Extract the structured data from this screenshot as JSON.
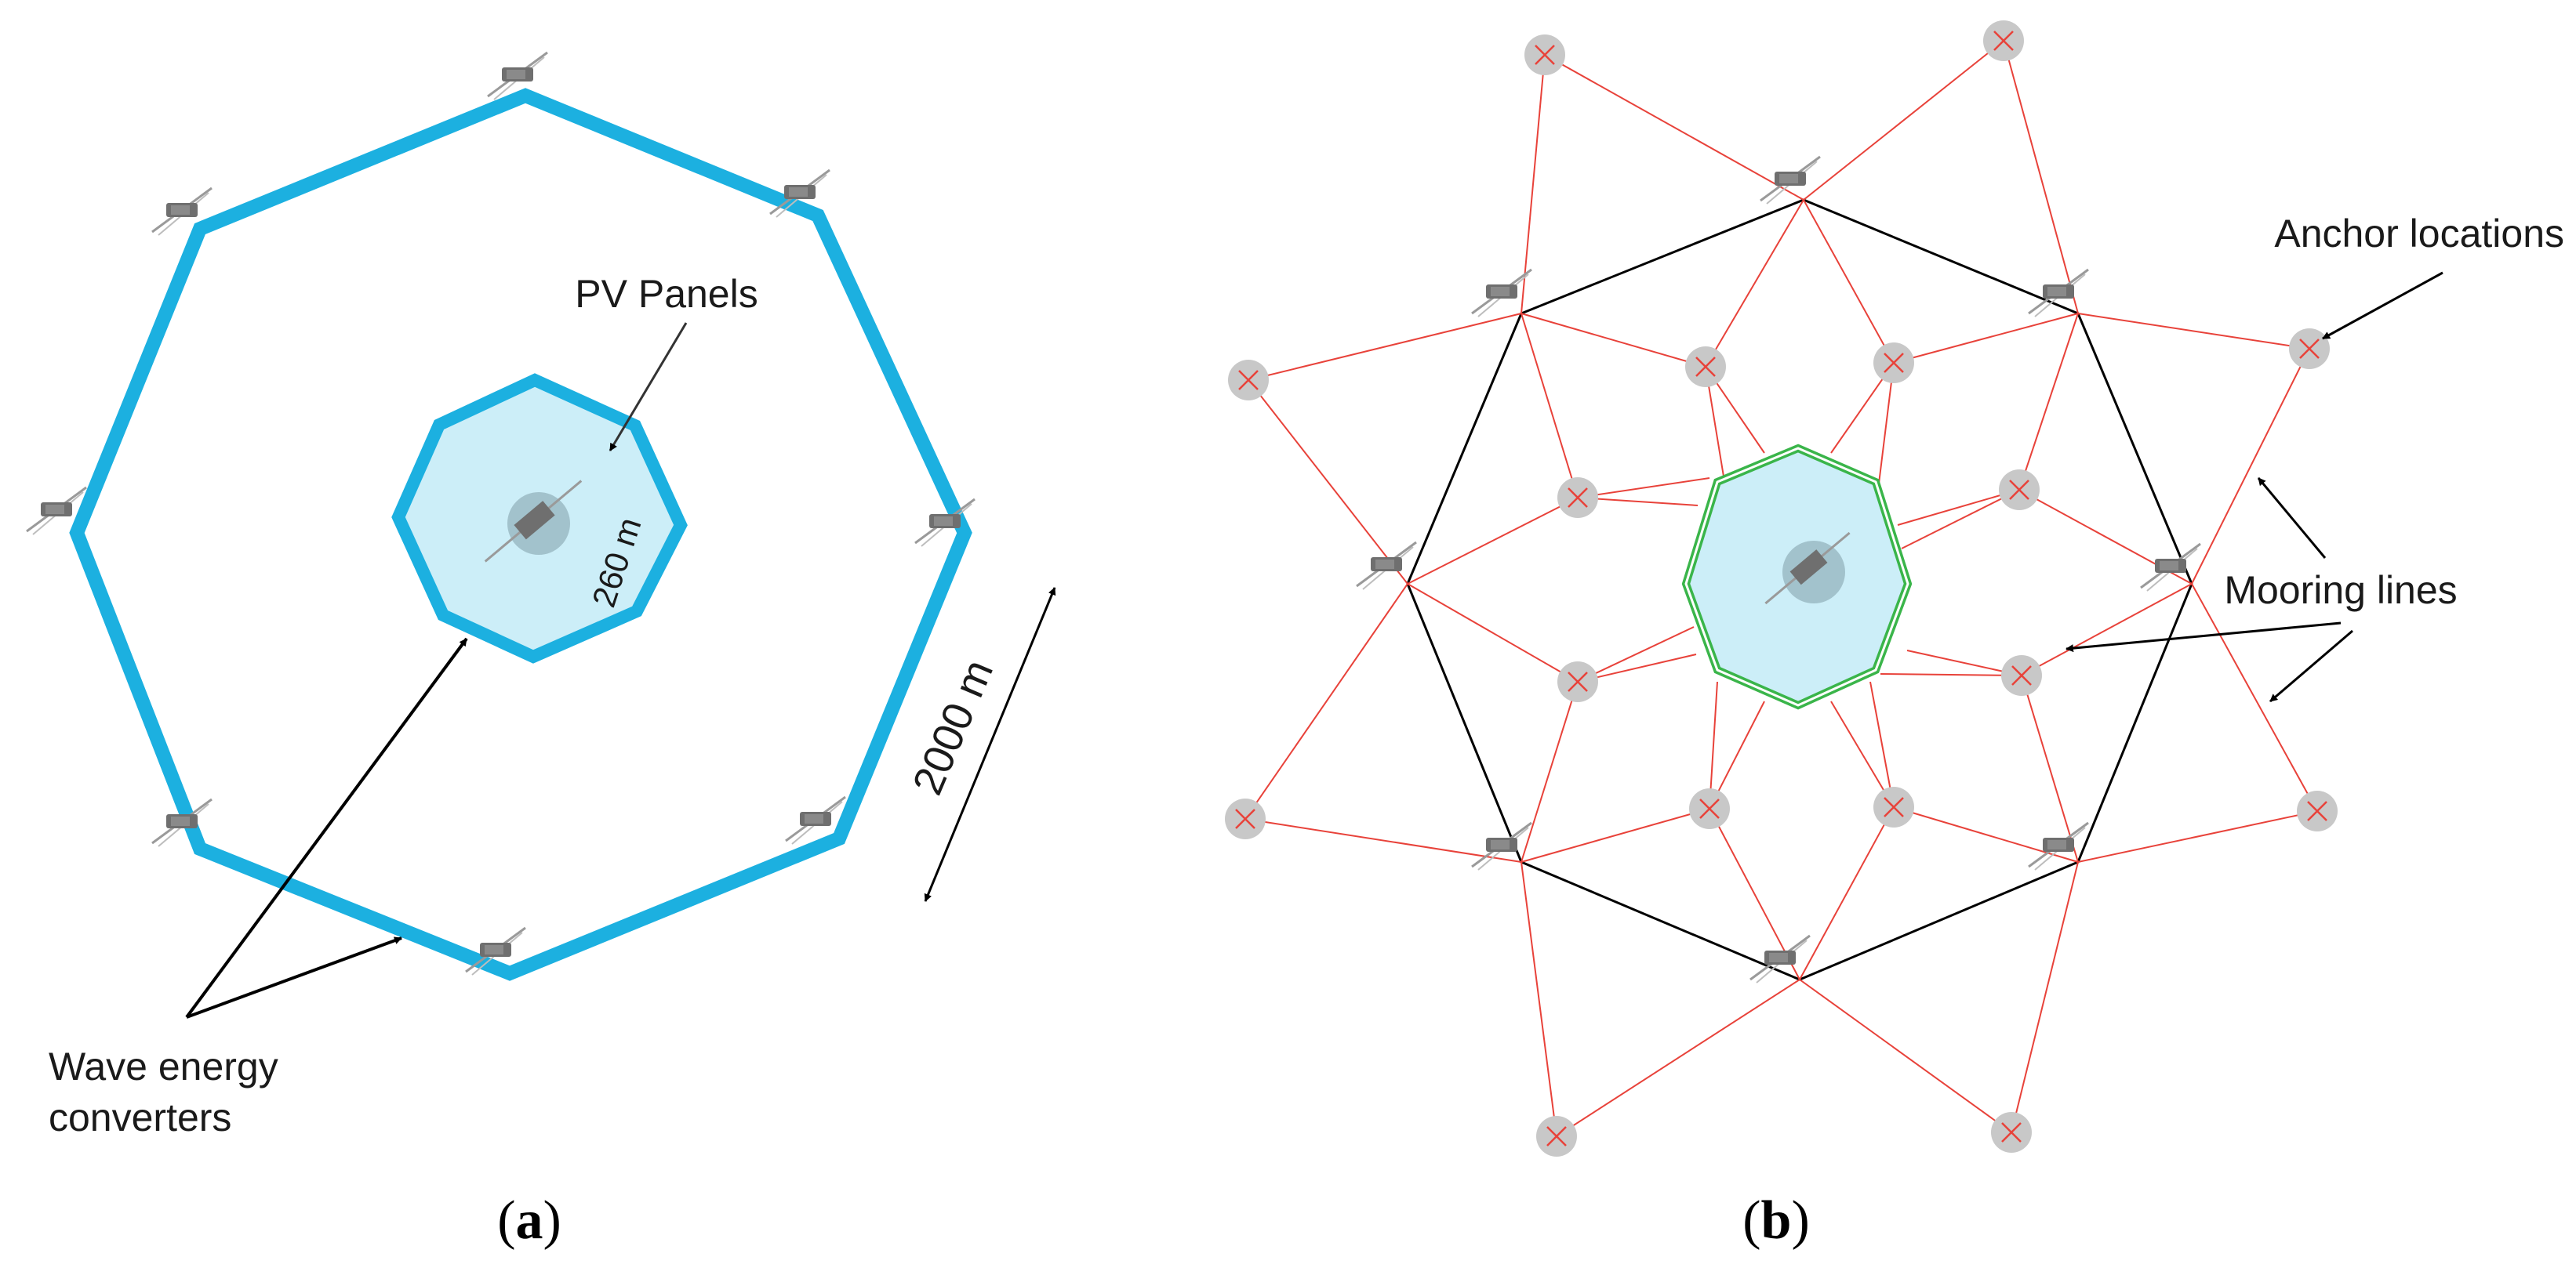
{
  "panel_a": {
    "label": "a",
    "pv_label": "PV Panels",
    "inner_size": "260 m",
    "outer_size": "2000 m",
    "wec_label_line1": "Wave energy",
    "wec_label_line2": "converters"
  },
  "panel_b": {
    "label": "b",
    "anchor_label": "Anchor locations",
    "mooring_label": "Mooring lines"
  },
  "colors": {
    "outer_ring_a": "#1cb0e0",
    "pv_fill": "#cceef8",
    "mooring_line": "#e8423a",
    "hub_ring_b": "#3ab54a",
    "anchor_marker": "#c8c8c8"
  }
}
